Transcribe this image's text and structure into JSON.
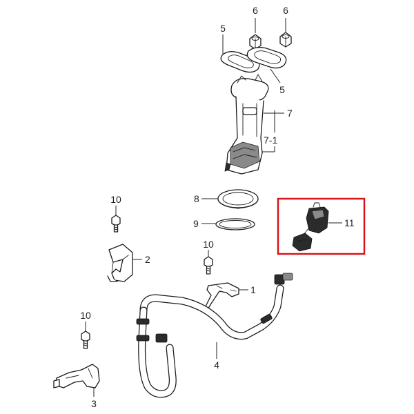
{
  "labels": {
    "p1": "1",
    "p2": "2",
    "p3": "3",
    "p4": "4",
    "p5a": "5",
    "p5b": "5",
    "p6a": "6",
    "p6b": "6",
    "p7": "7",
    "p7_1": "7-1",
    "p8": "8",
    "p9": "9",
    "p10a": "10",
    "p10b": "10",
    "p10c": "10",
    "p11": "11"
  },
  "highlight": {
    "color": "#d9141b",
    "part": "11"
  }
}
